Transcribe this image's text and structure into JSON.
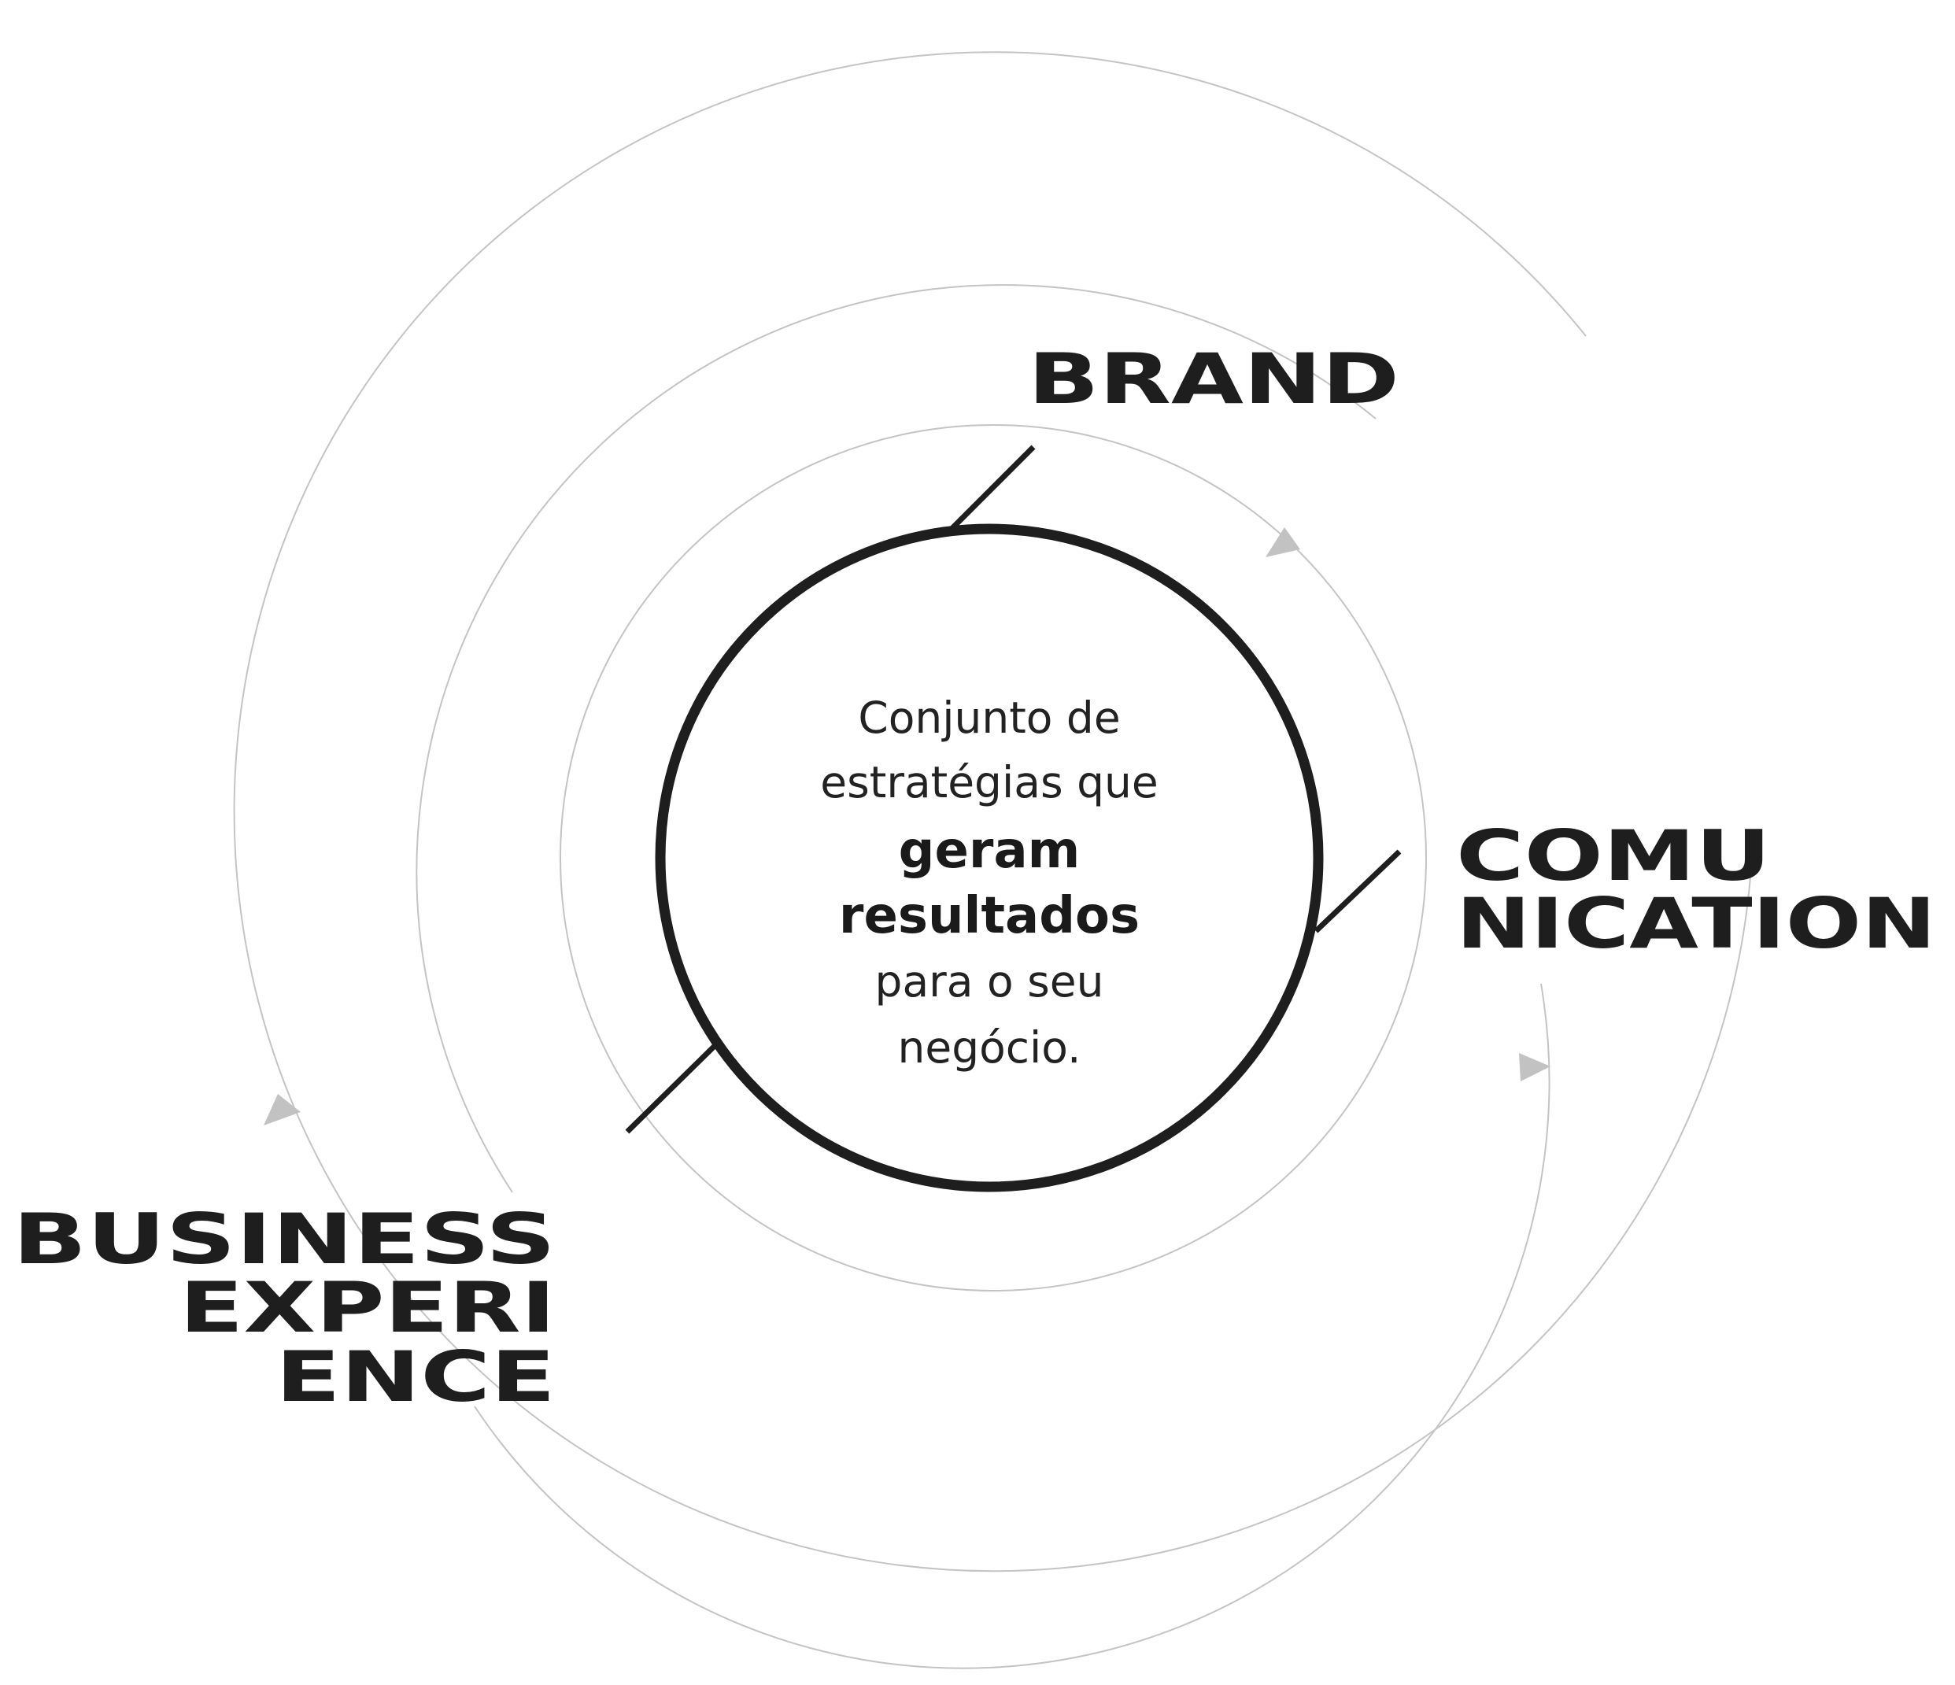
{
  "center": {
    "lines": [
      {
        "text": "Conjunto de",
        "bold": false
      },
      {
        "text": "estratégias que",
        "bold": false
      },
      {
        "text": "geram",
        "bold": true
      },
      {
        "text": "resultados",
        "bold": true
      },
      {
        "text": "para o seu",
        "bold": false
      },
      {
        "text": "negócio.",
        "bold": false
      }
    ]
  },
  "labels": {
    "brand": [
      "BRAND"
    ],
    "communication": [
      "COMU",
      "NICATION"
    ],
    "business_experience": [
      "BUSINESS",
      "EXPERI",
      "ENCE"
    ]
  },
  "colors": {
    "ring": "#1e1e1e",
    "orbit": "#c4c4c4",
    "arrow": "#c2c2c2",
    "text": "#1e1e1e"
  }
}
